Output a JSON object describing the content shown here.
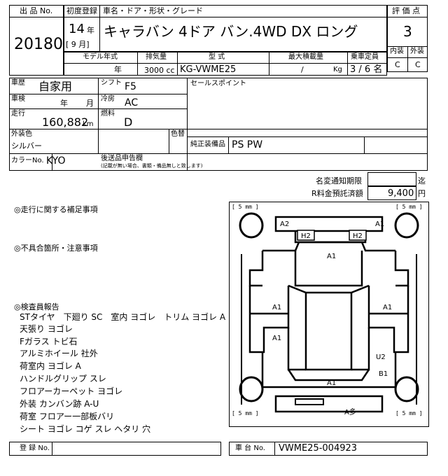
{
  "header": {
    "lot_no_label": "出 品 No.",
    "lot_no": "20180",
    "first_reg_label": "初度登録",
    "car_name_label": "車名・ドア・形状・グレード",
    "car_name": "キャラバン 4ドア バン.4WD DX ロング",
    "first_reg_year": "14",
    "year_unit": "年",
    "first_reg_month": "[ 9 月]",
    "eval_label": "評 価 点",
    "eval_score": "3",
    "interior_label": "内装",
    "exterior_label": "外装",
    "interior_grade": "C",
    "exterior_grade": "C"
  },
  "spec": {
    "model_year_label": "モデル年式",
    "displacement_label": "排気量",
    "type_label": "型 式",
    "max_load_label": "最大積載量",
    "capacity_label": "乗車定員",
    "model_year_unit": "年",
    "displacement": "3000 cc",
    "type": "KG-VWME25",
    "max_load_slash": "/",
    "max_load_unit": "Kg",
    "capacity": "3 / 6 名"
  },
  "details": {
    "history_label": "車歴",
    "history": "自家用",
    "shift_label": "シフト",
    "shift": "F5",
    "sales_point_label": "セールスポイント",
    "inspection_label": "車検",
    "inspection_year": "年",
    "inspection_month": "月",
    "ac_label": "冷房",
    "ac": "AC",
    "mileage_label": "走行",
    "mileage": "160,882",
    "mileage_unit": "km",
    "fuel_label": "燃料",
    "fuel": "D",
    "exterior_color_label": "外装色",
    "exterior_color": "シルバー",
    "color_change_label": "色替",
    "equipment_label": "純正装備品",
    "equipment": "PS PW",
    "color_no_label": "カラーNo.",
    "color_no": "KYO",
    "post_doc_label": "後送品申告欄",
    "post_doc_note": "(記載が無い場合、書類・備品無しと致します)"
  },
  "fees": {
    "name_change_label": "名変通知期限",
    "name_change_unit": "迄",
    "recycle_label": "R料金預託済額",
    "recycle_value": "9,400",
    "recycle_unit": "円"
  },
  "notes": {
    "driving_label": "◎走行に関する補足事項",
    "defects_label": "◎不具合箇所・注意事項",
    "inspector_label": "◎検査員報告",
    "inspector_lines": [
      "STタイヤ　下廻り SC　室内 ヨゴレ　トリム ヨゴレ A",
      "天張り ヨゴレ",
      "Fガラス トビ石",
      "アルミホイール 社外",
      "荷室内 ヨゴレ A",
      "ハンドルグリップ スレ",
      "フロアーカーペット ヨゴレ",
      "外装 カンバン跡 A-U",
      "荷室 フロアー一部板バリ",
      "シート ヨゴレ コゲ スレ ヘタリ 穴"
    ]
  },
  "diagram": {
    "tire_label": "5",
    "tire_unit": "mm",
    "marks": {
      "a2": "A2",
      "a1_top": "A1",
      "h2_left": "H2",
      "h2_right": "H2",
      "a1_roof": "A1",
      "a1_left": "A1",
      "a1_right": "A1",
      "a1_left_lower": "A1",
      "u2": "U2",
      "b1": "B1",
      "a1_bottom": "A1",
      "a_many": "A多"
    }
  },
  "footer": {
    "reg_no_label": "登 録 No.",
    "chassis_label": "車 台 No.",
    "chassis_no": "VWME25-004923"
  }
}
